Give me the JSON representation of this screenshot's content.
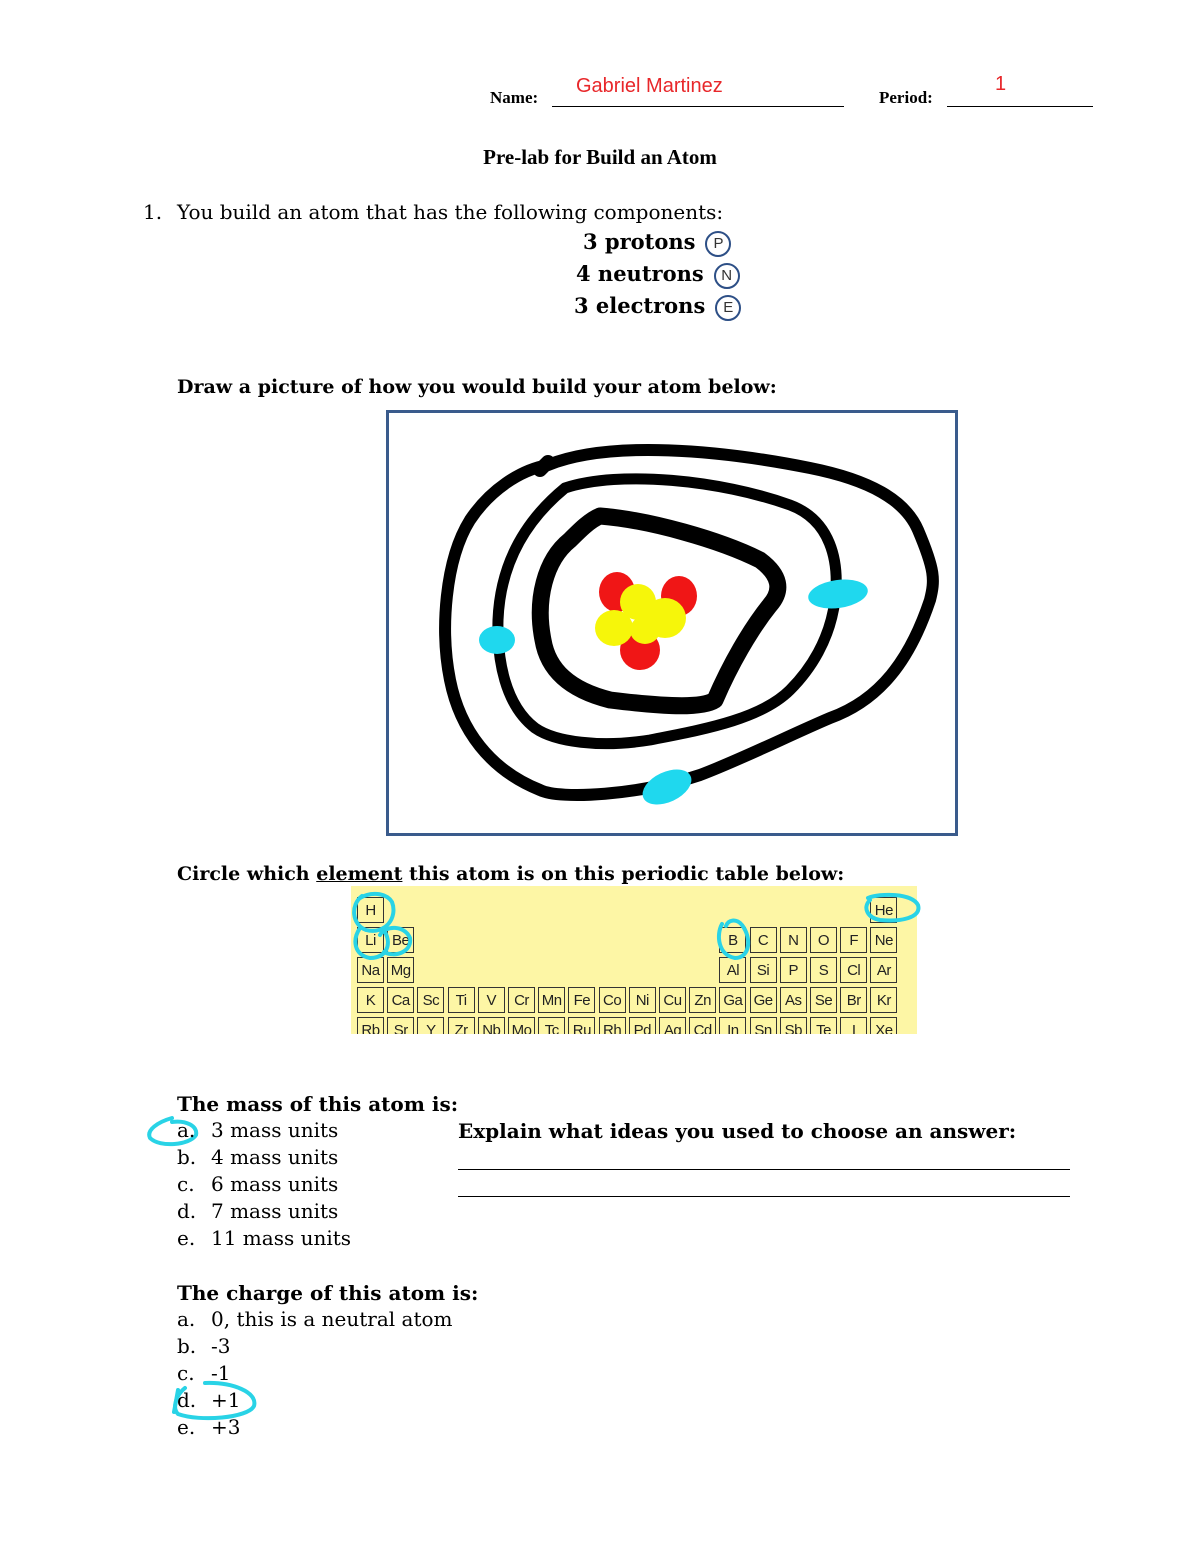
{
  "header": {
    "name_label": "Name:",
    "name_value": "Gabriel Martinez",
    "period_label": "Period:",
    "period_value": "1"
  },
  "title": "Pre-lab for Build an Atom",
  "question1": {
    "number": "1.",
    "prompt": "You build an atom that has the following components:",
    "components": [
      {
        "text": "3 protons",
        "symbol": "P"
      },
      {
        "text": "4 neutrons",
        "symbol": "N"
      },
      {
        "text": "3 electrons",
        "symbol": "E"
      }
    ]
  },
  "draw_prompt": "Draw a picture of how you would build your atom below:",
  "circle_prompt": {
    "before": "Circle which ",
    "underlined": "element",
    "after": " this atom is on this periodic table below:"
  },
  "periodic_table": {
    "rows": [
      [
        {
          "col": 0,
          "s": "H"
        },
        {
          "col": 17,
          "s": "He"
        }
      ],
      [
        {
          "col": 0,
          "s": "Li"
        },
        {
          "col": 1,
          "s": "Be"
        },
        {
          "col": 12,
          "s": "B"
        },
        {
          "col": 13,
          "s": "C"
        },
        {
          "col": 14,
          "s": "N"
        },
        {
          "col": 15,
          "s": "O"
        },
        {
          "col": 16,
          "s": "F"
        },
        {
          "col": 17,
          "s": "Ne"
        }
      ],
      [
        {
          "col": 0,
          "s": "Na"
        },
        {
          "col": 1,
          "s": "Mg"
        },
        {
          "col": 12,
          "s": "Al"
        },
        {
          "col": 13,
          "s": "Si"
        },
        {
          "col": 14,
          "s": "P"
        },
        {
          "col": 15,
          "s": "S"
        },
        {
          "col": 16,
          "s": "Cl"
        },
        {
          "col": 17,
          "s": "Ar"
        }
      ],
      [
        {
          "col": 0,
          "s": "K"
        },
        {
          "col": 1,
          "s": "Ca"
        },
        {
          "col": 2,
          "s": "Sc"
        },
        {
          "col": 3,
          "s": "Ti"
        },
        {
          "col": 4,
          "s": "V"
        },
        {
          "col": 5,
          "s": "Cr"
        },
        {
          "col": 6,
          "s": "Mn"
        },
        {
          "col": 7,
          "s": "Fe"
        },
        {
          "col": 8,
          "s": "Co"
        },
        {
          "col": 9,
          "s": "Ni"
        },
        {
          "col": 10,
          "s": "Cu"
        },
        {
          "col": 11,
          "s": "Zn"
        },
        {
          "col": 12,
          "s": "Ga"
        },
        {
          "col": 13,
          "s": "Ge"
        },
        {
          "col": 14,
          "s": "As"
        },
        {
          "col": 15,
          "s": "Se"
        },
        {
          "col": 16,
          "s": "Br"
        },
        {
          "col": 17,
          "s": "Kr"
        }
      ],
      [
        {
          "col": 0,
          "s": "Rb"
        },
        {
          "col": 1,
          "s": "Sr"
        },
        {
          "col": 2,
          "s": "Y"
        },
        {
          "col": 3,
          "s": "Zr"
        },
        {
          "col": 4,
          "s": "Nb"
        },
        {
          "col": 5,
          "s": "Mo"
        },
        {
          "col": 6,
          "s": "Tc"
        },
        {
          "col": 7,
          "s": "Ru"
        },
        {
          "col": 8,
          "s": "Rh"
        },
        {
          "col": 9,
          "s": "Pd"
        },
        {
          "col": 10,
          "s": "Ag"
        },
        {
          "col": 11,
          "s": "Cd"
        },
        {
          "col": 12,
          "s": "In"
        },
        {
          "col": 13,
          "s": "Sn"
        },
        {
          "col": 14,
          "s": "Sb"
        },
        {
          "col": 15,
          "s": "Te"
        },
        {
          "col": 16,
          "s": "I"
        },
        {
          "col": 17,
          "s": "Xe"
        }
      ]
    ],
    "circled": [
      "H",
      "Li",
      "Be",
      "B",
      "He"
    ]
  },
  "mass_question": {
    "heading": "The mass of this atom is:",
    "options": [
      {
        "letter": "a.",
        "text": "3 mass units"
      },
      {
        "letter": "b.",
        "text": "4 mass units"
      },
      {
        "letter": "c.",
        "text": "6 mass units"
      },
      {
        "letter": "d.",
        "text": "7 mass units"
      },
      {
        "letter": "e.",
        "text": "11 mass units"
      }
    ],
    "selected": "a."
  },
  "explain_prompt": "Explain what ideas you used to choose an answer:",
  "charge_question": {
    "heading": "The charge of this atom is:",
    "options": [
      {
        "letter": "a.",
        "text": "0, this is a neutral atom"
      },
      {
        "letter": "b.",
        "text": "-3"
      },
      {
        "letter": "c.",
        "text": "-1"
      },
      {
        "letter": "d.",
        "text": "+1"
      },
      {
        "letter": "e.",
        "text": "+3"
      }
    ],
    "selected": "d."
  },
  "colors": {
    "handwriting_red": "#e8272a",
    "highlight_cyan": "#29d3e6",
    "box_border": "#3a5b8c",
    "table_yellow": "#fdf6a5",
    "proton_red": "#f01616",
    "neutron_yellow": "#f6f60a",
    "electron_cyan": "#1fd8ee"
  }
}
